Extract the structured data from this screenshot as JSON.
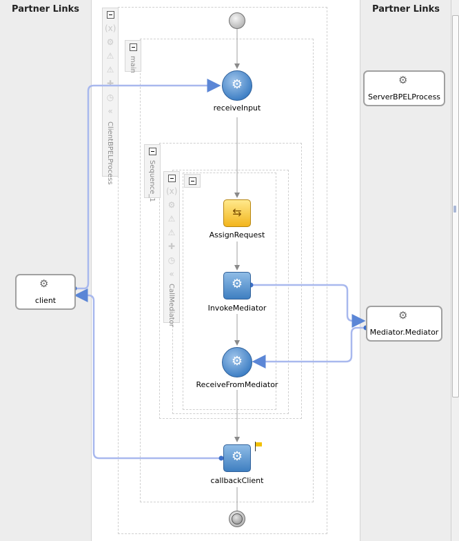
{
  "partner_links_left": {
    "title": "Partner Links",
    "items": [
      {
        "name": "client",
        "icon": "gear-partner-icon"
      }
    ]
  },
  "partner_links_right": {
    "title": "Partner Links",
    "items": [
      {
        "name": "ServerBPELProcess",
        "icon": "gear-partner-icon"
      },
      {
        "name": "Mediator.Mediator",
        "icon": "gear-partner-icon"
      }
    ]
  },
  "scopes": {
    "process": "ClientBPELProcess",
    "main": "main",
    "sequence": "Sequence_1",
    "call": "CallMediator"
  },
  "activities": {
    "receive_input": "receiveInput",
    "assign": "AssignRequest",
    "invoke": "InvokeMediator",
    "receive_mediator": "ReceiveFromMediator",
    "callback": "callbackClient"
  },
  "colors": {
    "wire": "#a8b8ee",
    "flow_arrow": "#8a8a8a",
    "node_blue": "#3d7ec4",
    "assign_yellow": "#f2b51d"
  },
  "icons": {
    "variables": "variables-icon",
    "correlation": "correlation-icon",
    "fault_handler": "fault-handler-icon",
    "event_handler": "event-handler-icon",
    "compensation": "compensation-icon",
    "alarm": "alarm-icon",
    "rewind": "rewind-icon"
  }
}
